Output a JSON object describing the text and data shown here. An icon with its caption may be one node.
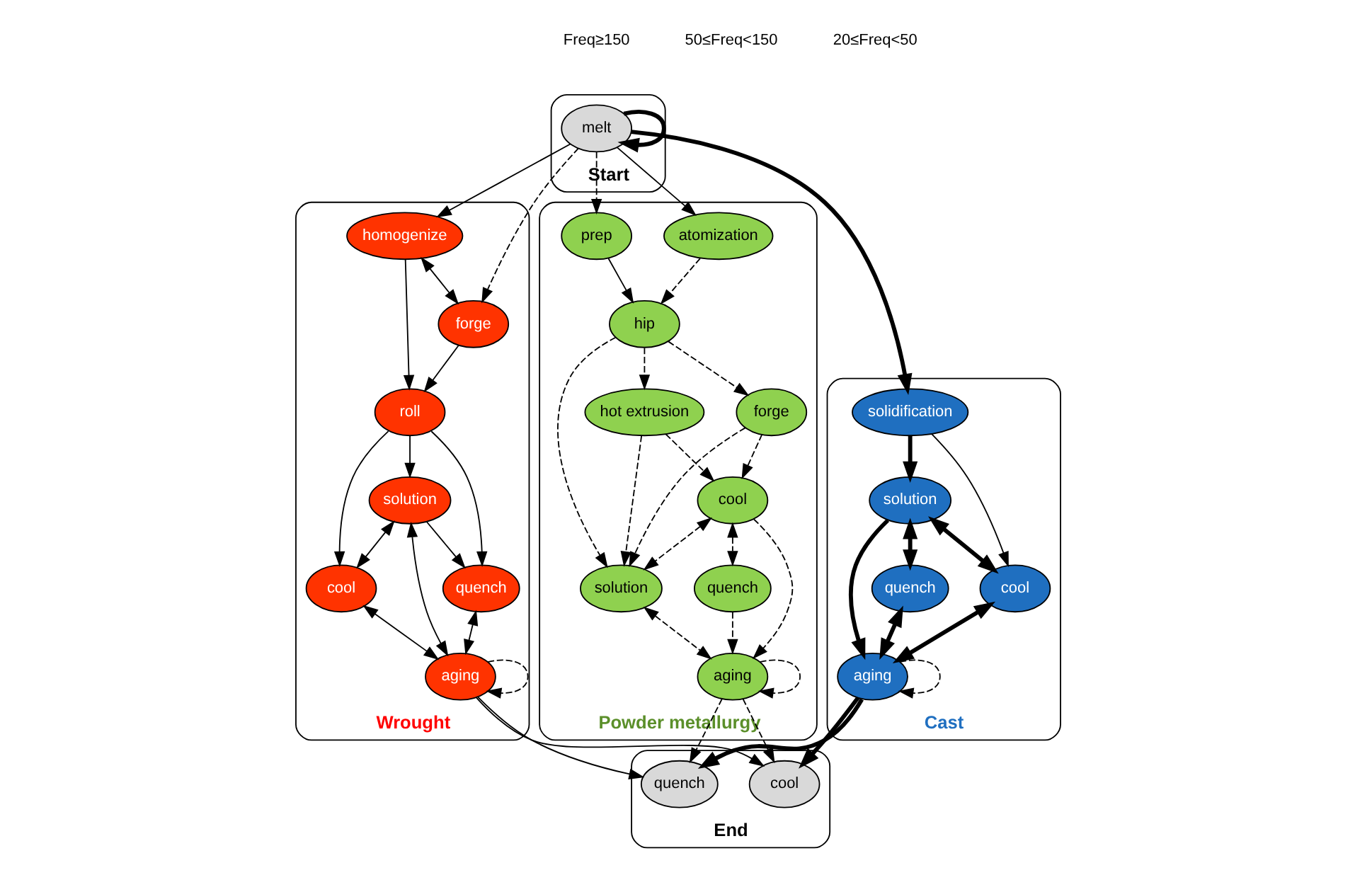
{
  "diagram": {
    "nodes": [
      {
        "text": [
          "Start"
        ]
      },
      {
        "text": [
          "melt"
        ],
        "in": 0
      },
      {
        "text": [
          "Cast"
        ]
      },
      {
        "text": [
          "solidification"
        ],
        "in": 2
      },
      {
        "text": [
          "solution"
        ],
        "in": 2
      },
      {
        "text": [
          "quench"
        ],
        "in": 2
      },
      {
        "text": [
          "cool"
        ],
        "in": 2
      },
      {
        "text": [
          "aging"
        ],
        "in": 2
      },
      {
        "text": [
          "Wrought"
        ]
      },
      {
        "text": [
          "homogenize"
        ],
        "in": 8
      },
      {
        "text": [
          "forge"
        ],
        "in": 8
      },
      {
        "text": [
          "roll"
        ],
        "in": 8
      },
      {
        "text": [
          "solution"
        ],
        "in": 8
      },
      {
        "text": [
          "cool"
        ],
        "in": 8
      },
      {
        "text": [
          "quench"
        ],
        "in": 8
      },
      {
        "text": [
          "aging"
        ],
        "in": 8
      },
      {
        "text": [
          "Powder metallurgy"
        ]
      },
      {
        "text": [
          "atomization"
        ],
        "in": 16
      },
      {
        "text": [
          "prep"
        ],
        "in": 16
      },
      {
        "text": [
          "forge"
        ],
        "in": 16
      },
      {
        "text": [
          "hip"
        ],
        "in": 16
      },
      {
        "text": [
          "hot extrusion"
        ],
        "in": 16
      },
      {
        "text": [
          "cool"
        ],
        "in": 16
      },
      {
        "text": [
          "solution"
        ],
        "in": 16
      },
      {
        "text": [
          "quench"
        ],
        "in": 16
      },
      {
        "text": [
          "aging"
        ],
        "in": 16
      },
      {
        "text": [
          "End"
        ]
      },
      {
        "text": [
          "cool"
        ],
        "in": 26
      },
      {
        "text": [
          "quench"
        ],
        "in": 26
      }
    ],
    "edges": [
      {
        "from": 1,
        "to": 1,
        "arrow": "to",
        "style": "thick"
      },
      {
        "from": 1,
        "to": 3,
        "arrow": "to",
        "style": "thick"
      },
      {
        "from": 1,
        "to": 9,
        "arrow": "to"
      },
      {
        "from": 1,
        "to": 10,
        "arrow": "to",
        "style": "dashed"
      },
      {
        "from": 1,
        "to": 17,
        "arrow": "to"
      },
      {
        "from": 1,
        "to": 18,
        "arrow": "to",
        "style": "dashed"
      },
      {
        "from": 3,
        "to": 4,
        "arrow": "to",
        "style": "thick"
      },
      {
        "from": 3,
        "to": 6,
        "arrow": "to"
      },
      {
        "from": 4,
        "to": 5,
        "arrow": "both",
        "style": "thick"
      },
      {
        "from": 4,
        "to": 7,
        "arrow": "to",
        "style": "thick"
      },
      {
        "from": 4,
        "to": 6,
        "arrow": "both",
        "style": "thick"
      },
      {
        "from": 5,
        "to": 7,
        "arrow": "both",
        "style": "thick"
      },
      {
        "from": 6,
        "to": 7,
        "arrow": "both",
        "style": "thick"
      },
      {
        "from": 7,
        "to": 7,
        "arrow": "to",
        "style": "dashed"
      },
      {
        "from": 7,
        "to": 27,
        "arrow": "to",
        "style": "thick"
      },
      {
        "from": 7,
        "to": 28,
        "arrow": "to",
        "style": "thick"
      },
      {
        "from": 9,
        "to": 10,
        "arrow": "both"
      },
      {
        "from": 9,
        "to": 11,
        "arrow": "to"
      },
      {
        "from": 10,
        "to": 11,
        "arrow": "to"
      },
      {
        "from": 11,
        "to": 12,
        "arrow": "to"
      },
      {
        "from": 11,
        "to": 14,
        "arrow": "to"
      },
      {
        "from": 11,
        "to": 13,
        "arrow": "to"
      },
      {
        "from": 12,
        "to": 13,
        "arrow": "both"
      },
      {
        "from": 12,
        "to": 14,
        "arrow": "to"
      },
      {
        "from": 12,
        "to": 15,
        "arrow": "both"
      },
      {
        "from": 14,
        "to": 15,
        "arrow": "both"
      },
      {
        "from": 13,
        "to": 15,
        "arrow": "both"
      },
      {
        "from": 15,
        "to": 15,
        "arrow": "to",
        "style": "dashed"
      },
      {
        "from": 15,
        "to": 27,
        "arrow": "to"
      },
      {
        "from": 15,
        "to": 28,
        "arrow": "to"
      },
      {
        "from": 17,
        "to": 20,
        "arrow": "to",
        "style": "dashed"
      },
      {
        "from": 18,
        "to": 20,
        "arrow": "to"
      },
      {
        "from": 20,
        "to": 19,
        "arrow": "to",
        "style": "dashed"
      },
      {
        "from": 20,
        "to": 21,
        "arrow": "to",
        "style": "dashed"
      },
      {
        "from": 20,
        "to": 23,
        "arrow": "to",
        "style": "dashed"
      },
      {
        "from": 19,
        "to": 22,
        "arrow": "to",
        "style": "dashed"
      },
      {
        "from": 19,
        "to": 23,
        "arrow": "to",
        "style": "dashed"
      },
      {
        "from": 21,
        "to": 22,
        "arrow": "to",
        "style": "dashed"
      },
      {
        "from": 21,
        "to": 23,
        "arrow": "to",
        "style": "dashed"
      },
      {
        "from": 22,
        "to": 23,
        "arrow": "both",
        "style": "dashed"
      },
      {
        "from": 22,
        "to": 24,
        "arrow": "both",
        "style": "dashed"
      },
      {
        "from": 22,
        "to": 25,
        "arrow": "to",
        "style": "dashed"
      },
      {
        "from": 23,
        "to": 25,
        "arrow": "both",
        "style": "dashed"
      },
      {
        "from": 24,
        "to": 25,
        "arrow": "to",
        "style": "dashed"
      },
      {
        "from": 25,
        "to": 25,
        "arrow": "to",
        "style": "dashed"
      },
      {
        "from": 25,
        "to": 27,
        "arrow": "to",
        "style": "dashed"
      },
      {
        "from": 25,
        "to": 28,
        "arrow": "to",
        "style": "dashed"
      }
    ],
    "legend": [
      {
        "text": "Freq≥150"
      },
      {
        "text": "50≤Freq<150"
      },
      {
        "text": "20≤Freq<50"
      }
    ]
  }
}
